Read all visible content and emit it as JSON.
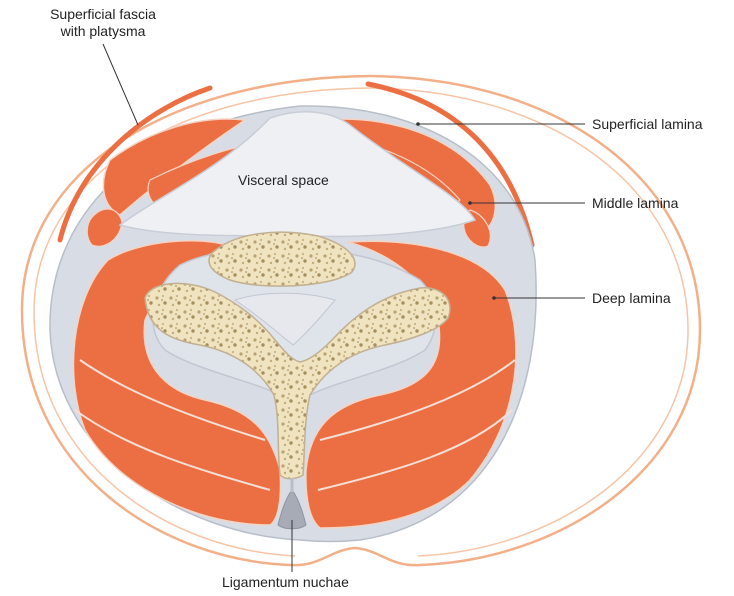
{
  "diagram": {
    "labels": {
      "superficial_fascia_line1": "Superficial fascia",
      "superficial_fascia_line2": "with platysma",
      "superficial_lamina": "Superficial lamina",
      "middle_lamina": "Middle lamina",
      "deep_lamina": "Deep lamina",
      "visceral_space": "Visceral space",
      "ligamentum_nuchae": "Ligamentum nuchae"
    },
    "colors": {
      "muscle": "#ec6f44",
      "muscle_dark": "#d95a32",
      "fascia": "#c9cdd6",
      "fascia_light": "#e4e7ee",
      "visceral": "#eef0f4",
      "bone": "#efe3c0",
      "bone_dots": "#b9a272",
      "skin_outline": "#f3b088",
      "leader_line": "#333333"
    }
  }
}
